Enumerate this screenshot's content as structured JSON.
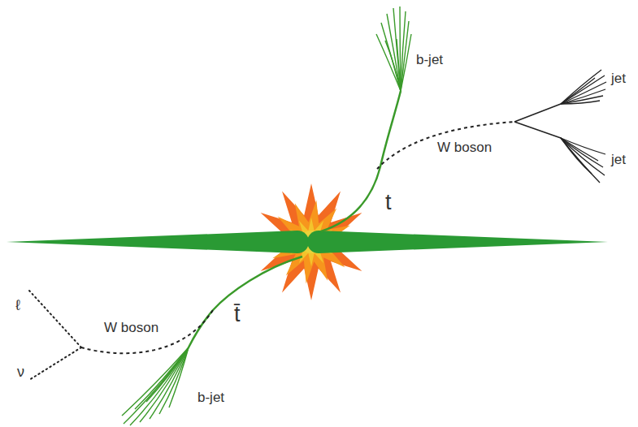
{
  "diagram": {
    "labels": [
      "b-jet",
      "jet",
      "W boson",
      "jet",
      "t",
      "ℓ",
      "W boson",
      "t̄",
      "ν",
      "b-jet"
    ]
  }
}
